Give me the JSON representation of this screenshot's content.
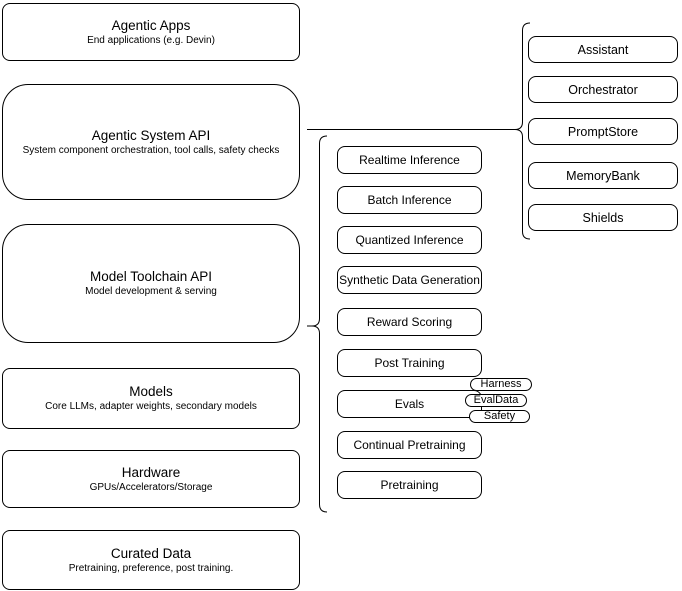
{
  "colors": {
    "stroke": "#000000",
    "fill": "#ffffff",
    "text": "#000000"
  },
  "stack": {
    "boxes": [
      {
        "title": "Agentic Apps",
        "subtitle": "End applications (e.g. Devin)"
      },
      {
        "title": "Agentic System API",
        "subtitle": "System component orchestration, tool calls, safety checks"
      },
      {
        "title": "Model Toolchain API",
        "subtitle": "Model development & serving"
      },
      {
        "title": "Models",
        "subtitle": "Core LLMs, adapter weights, secondary models"
      },
      {
        "title": "Hardware",
        "subtitle": "GPUs/Accelerators/Storage"
      },
      {
        "title": "Curated Data",
        "subtitle": "Pretraining, preference, post training."
      }
    ]
  },
  "toolchain_services": {
    "boxes": [
      "Realtime Inference",
      "Batch Inference",
      "Quantized Inference",
      "Synthetic Data Generation",
      "Reward Scoring",
      "Post Training",
      "Evals",
      "Continual Pretraining",
      "Pretraining"
    ],
    "eval_tags": [
      "Harness",
      "EvalData",
      "Safety"
    ]
  },
  "system_components": {
    "boxes": [
      "Assistant",
      "Orchestrator",
      "PromptStore",
      "MemoryBank",
      "Shields"
    ]
  }
}
